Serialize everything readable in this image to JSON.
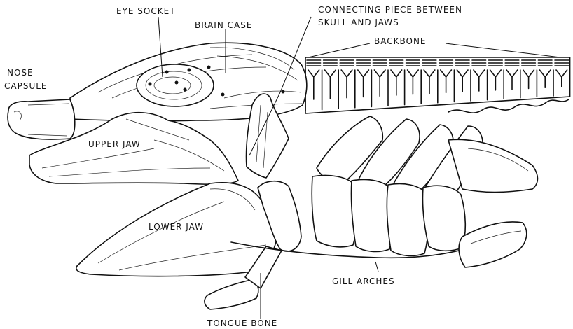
{
  "labels": {
    "eye_socket": "EYE SOCKET",
    "brain_case": "BRAIN CASE",
    "connecting_piece_line1": "CONNECTING PIECE BETWEEN",
    "connecting_piece_line2": "SKULL AND JAWS",
    "backbone": "BACKBONE",
    "nose_capsule_line1": "NOSE",
    "nose_capsule_line2": "CAPSULE",
    "upper_jaw": "UPPER JAW",
    "lower_jaw": "LOWER JAW",
    "gill_arches": "GILL ARCHES",
    "tongue_bone": "TONGUE BONE"
  }
}
